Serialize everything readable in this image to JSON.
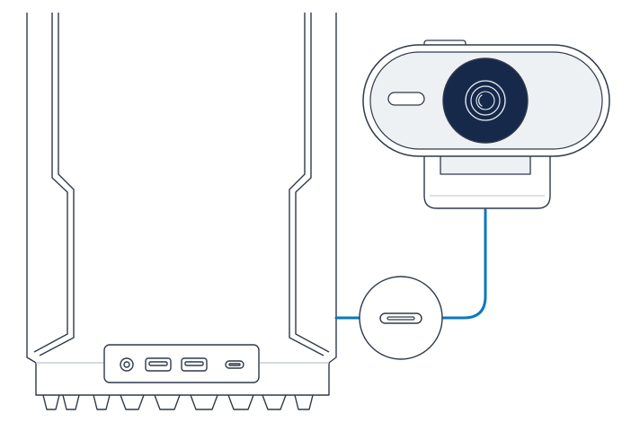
{
  "diagram": {
    "subject": "webcam-to-computer-usb-c-connection",
    "colors": {
      "outline": "#2f3a4a",
      "fill": "#ffffff",
      "panel_shadow": "#e9edf1",
      "lens_dark": "#16294a",
      "lens_ring": "#e6ecf3",
      "cable": "#0a78c0"
    },
    "computer": {
      "front_ports": [
        "audio-jack-port",
        "usb-a-port",
        "usb-a-port",
        "usb-c-port"
      ]
    },
    "webcam": {
      "parts": [
        "lens",
        "indicator-slot",
        "mount-clip"
      ]
    },
    "connector_callout": {
      "port_type": "usb-c-port"
    }
  }
}
